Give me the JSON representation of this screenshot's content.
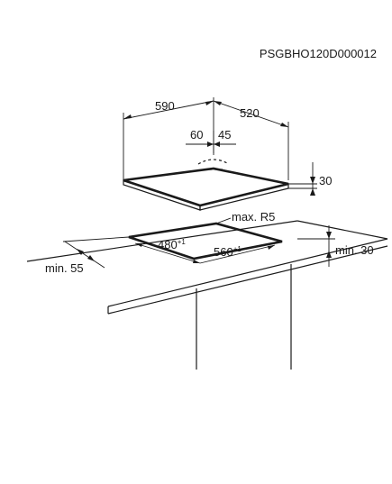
{
  "doc_code": "PSGBHO120D000012",
  "dimensions": {
    "hob_width": "590",
    "hob_depth": "520",
    "gas_inlet_x": "60",
    "gas_inlet_y": "45",
    "hob_height": "30",
    "corner_radius": "max. R5",
    "cutout_width": "480",
    "cutout_width_tol": "+1",
    "cutout_depth": "560",
    "cutout_depth_tol": "+1",
    "min_front": "min. 55",
    "min_below": "min. 30"
  }
}
